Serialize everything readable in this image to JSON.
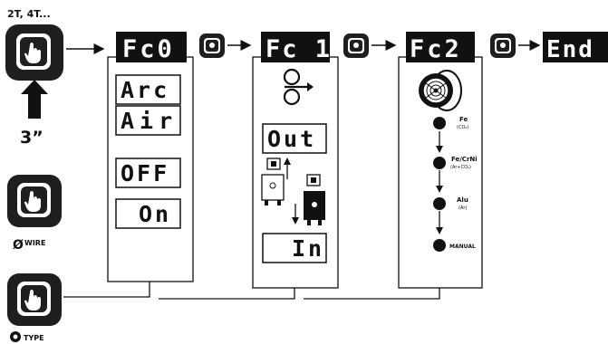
{
  "top_caption": "2T, 4T...",
  "hold_time": "3”",
  "wire_button_label": "WIRE",
  "wire_symbol": "Ø",
  "type_button_label": "TYPE",
  "headers": {
    "fc0": "Fc0",
    "fc1": "Fc 1",
    "fc2": "Fc2",
    "end": "End"
  },
  "fc0_panel": {
    "option_1": "Arc",
    "option_2": "Air",
    "option_3": "OFF",
    "option_4": "On"
  },
  "fc1_panel": {
    "out_label": "Out",
    "in_label": "In"
  },
  "fc2_panel": {
    "materials": [
      {
        "name": "Fe",
        "sub": "(CO₂)"
      },
      {
        "name": "Fe/CrNi",
        "sub": "(Ar+CO₂)"
      },
      {
        "name": "Alu",
        "sub": "(Ar)"
      },
      {
        "name": "MANUAL",
        "sub": ""
      }
    ]
  },
  "icons": {
    "button": "hand-press-button-icon",
    "wire_feed": "wire-feed-icon",
    "spool": "wire-spool-icon",
    "feeder": "wire-feeder-icon"
  },
  "colors": {
    "display_bg": "#111111",
    "display_text": "#ffffff",
    "button_bg": "#1f1f1f",
    "line": "#111111"
  }
}
